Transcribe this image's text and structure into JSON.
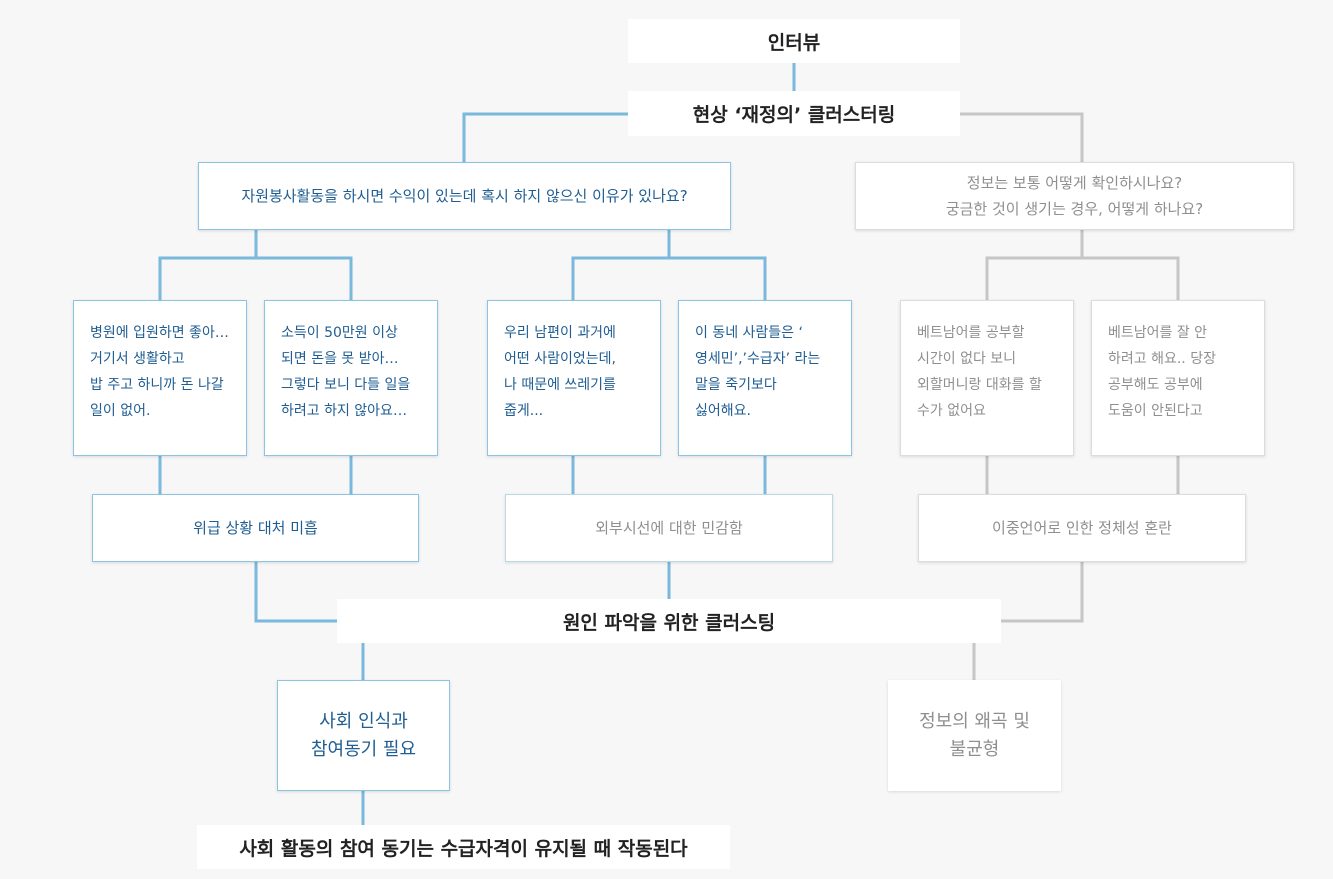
{
  "colors": {
    "blue_line": "#7ab9dd",
    "gray_line": "#c6c6c6",
    "blue_text": "#1f5d92",
    "gray_text": "#8f8f8f"
  },
  "nodes": {
    "interview": "인터뷰",
    "cluster_top": "현상 ‘재정의’ 클러스터링",
    "q_volunteer": "자원봉사활동을 하시면 수익이 있는데 혹시 하지 않으신 이유가 있나요?",
    "q_info": "정보는 보통 어떻게 확인하시나요?\n궁금한 것이 생기는 경우, 어떻게 하나요?",
    "a1": "병원에 입원하면 좋아…\n거기서 생활하고\n밥 주고 하니까 돈 나갈\n일이 없어.",
    "a2": "소득이 50만원 이상\n되면 돈을 못 받아…\n그렇다 보니 다들 일을\n하려고 하지 않아요…",
    "a3": "우리 남편이 과거에\n어떤 사람이었는데,\n나 때문에 쓰레기를\n줍게...",
    "a4": "이 동네 사람들은 ‘\n영세민’,’수급자’ 라는\n말을 죽기보다\n싫어해요.",
    "a5": "베트남어를 공부할\n시간이 없다 보니\n외할머니랑 대화를 할\n수가 없어요",
    "a6": "베트남어를 잘 안\n하려고 해요.. 당장\n공부해도 공부에\n도움이 안된다고",
    "g1": "위급 상황 대처 미흡",
    "g2": "외부시선에 대한 민감함",
    "g3": "이중언어로 인한 정체성 혼란",
    "cluster_cause": "원인 파악을 위한 클러스팅",
    "need": "사회 인식과\n참여동기  필요",
    "distortion": "정보의 왜곡 및\n불균형",
    "conclusion": "사회 활동의 참여 동기는 수급자격이 유지될 때 작동된다"
  }
}
